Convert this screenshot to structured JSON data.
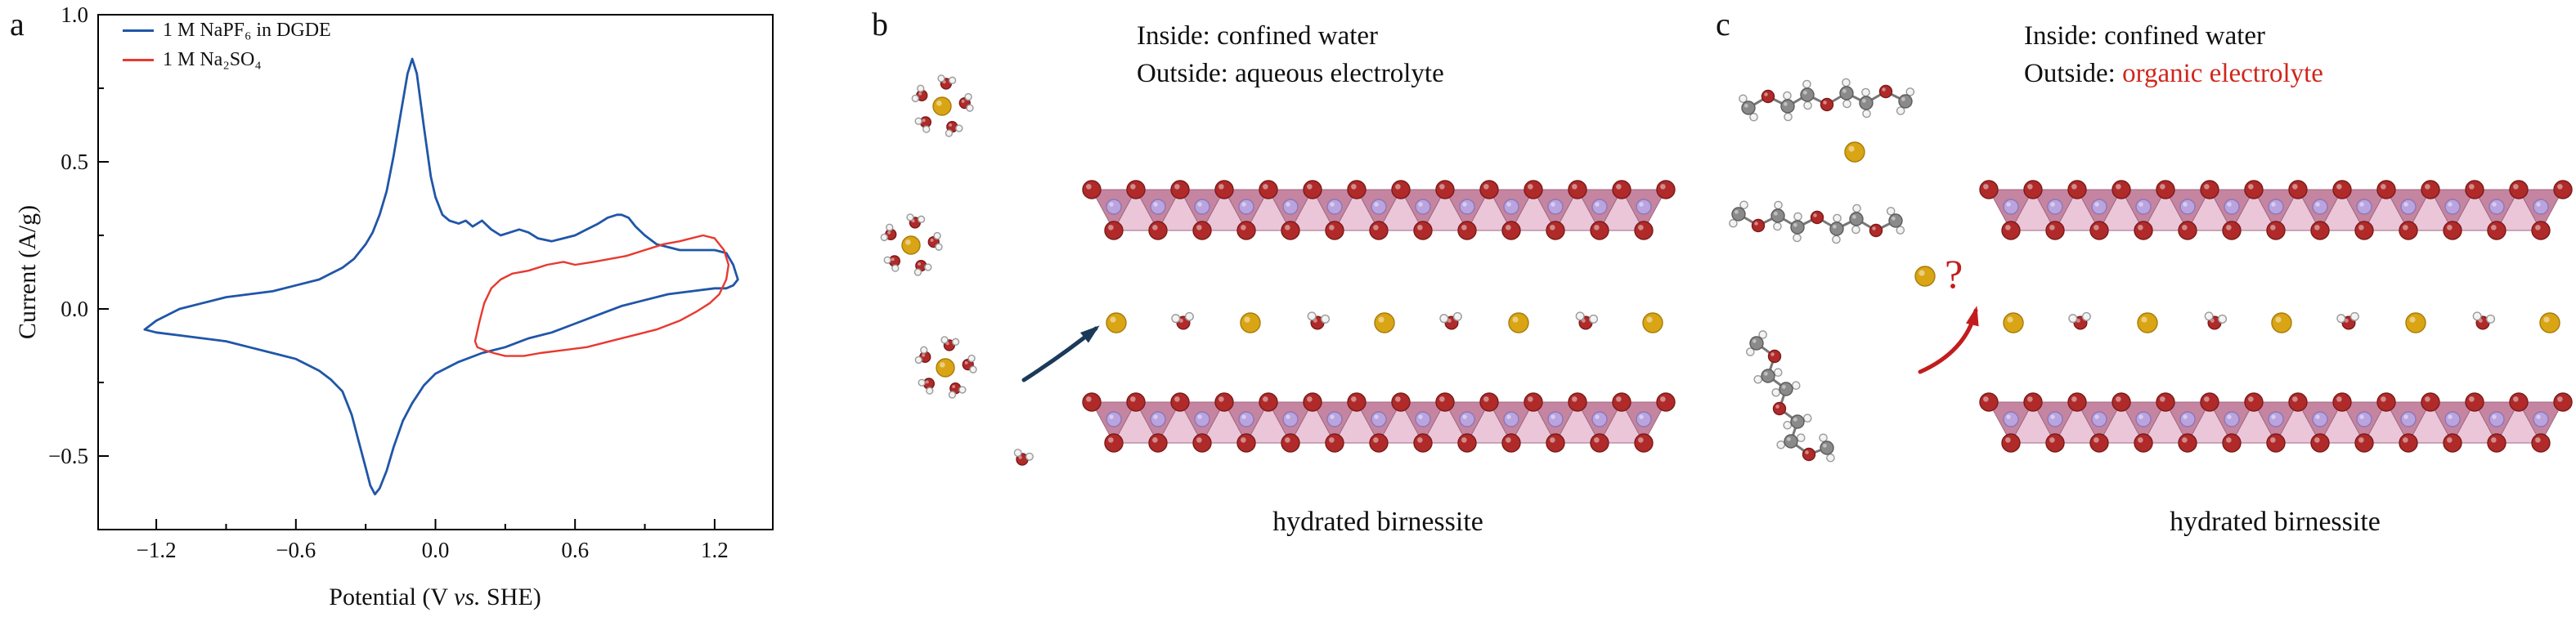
{
  "panels": {
    "a": {
      "label": "a"
    },
    "b": {
      "label": "b",
      "inside_text": "Inside: confined water",
      "outside_prefix": "Outside: ",
      "outside_text": "aqueous electrolyte",
      "outside_color": "#111111",
      "caption": "hydrated birnessite"
    },
    "c": {
      "label": "c",
      "inside_text": "Inside: confined water",
      "outside_prefix": "Outside: ",
      "outside_text": "organic electrolyte",
      "outside_color": "#d1261c",
      "question_mark": "?",
      "caption": "hydrated birnessite"
    }
  },
  "chart_data": {
    "type": "line",
    "title": "",
    "xlabel": "Potential (V vs. SHE)",
    "xlabel_parts": {
      "prefix": "Potential (V ",
      "italic": "vs.",
      "suffix": " SHE)"
    },
    "ylabel": "Current (A/g)",
    "xlim": [
      -1.45,
      1.45
    ],
    "ylim": [
      -0.75,
      1.0
    ],
    "xticks": [
      -1.2,
      -0.6,
      0.0,
      0.6,
      1.2
    ],
    "xtick_labels": [
      "−1.2",
      "−0.6",
      "0.0",
      "0.6",
      "1.2"
    ],
    "yticks": [
      -0.5,
      0.0,
      0.5,
      1.0
    ],
    "ytick_labels": [
      "−0.5",
      "0.0",
      "0.5",
      "1.0"
    ],
    "grid": false,
    "legend_position": "top-left",
    "series": [
      {
        "name": "1 M NaPF₆ in DGDE",
        "color": "#2056a8",
        "x": [
          -1.25,
          -1.2,
          -1.1,
          -1.0,
          -0.9,
          -0.8,
          -0.7,
          -0.6,
          -0.5,
          -0.45,
          -0.4,
          -0.35,
          -0.3,
          -0.27,
          -0.24,
          -0.21,
          -0.18,
          -0.15,
          -0.12,
          -0.1,
          -0.08,
          -0.05,
          -0.02,
          0,
          0.03,
          0.06,
          0.1,
          0.13,
          0.16,
          0.2,
          0.24,
          0.28,
          0.32,
          0.36,
          0.4,
          0.44,
          0.5,
          0.55,
          0.6,
          0.65,
          0.7,
          0.74,
          0.78,
          0.8,
          0.83,
          0.86,
          0.9,
          0.95,
          1.0,
          1.05,
          1.1,
          1.15,
          1.2,
          1.25,
          1.28,
          1.3,
          1.28,
          1.25,
          1.2,
          1.1,
          1.0,
          0.9,
          0.8,
          0.7,
          0.6,
          0.5,
          0.4,
          0.3,
          0.2,
          0.1,
          0,
          -0.05,
          -0.1,
          -0.14,
          -0.18,
          -0.21,
          -0.24,
          -0.26,
          -0.28,
          -0.3,
          -0.33,
          -0.36,
          -0.4,
          -0.45,
          -0.5,
          -0.6,
          -0.7,
          -0.8,
          -0.9,
          -1.0,
          -1.1,
          -1.2,
          -1.25
        ],
        "y": [
          -0.07,
          -0.04,
          0.0,
          0.02,
          0.04,
          0.05,
          0.06,
          0.08,
          0.1,
          0.12,
          0.14,
          0.17,
          0.22,
          0.26,
          0.32,
          0.4,
          0.52,
          0.66,
          0.8,
          0.85,
          0.8,
          0.62,
          0.45,
          0.38,
          0.32,
          0.3,
          0.29,
          0.3,
          0.28,
          0.3,
          0.27,
          0.25,
          0.26,
          0.27,
          0.26,
          0.24,
          0.23,
          0.24,
          0.25,
          0.27,
          0.29,
          0.31,
          0.32,
          0.32,
          0.31,
          0.28,
          0.25,
          0.22,
          0.21,
          0.2,
          0.2,
          0.2,
          0.2,
          0.19,
          0.15,
          0.1,
          0.08,
          0.07,
          0.07,
          0.06,
          0.05,
          0.03,
          0.01,
          -0.02,
          -0.05,
          -0.08,
          -0.1,
          -0.13,
          -0.15,
          -0.18,
          -0.22,
          -0.26,
          -0.32,
          -0.38,
          -0.47,
          -0.55,
          -0.61,
          -0.63,
          -0.6,
          -0.54,
          -0.45,
          -0.36,
          -0.28,
          -0.24,
          -0.21,
          -0.17,
          -0.15,
          -0.13,
          -0.11,
          -0.1,
          -0.09,
          -0.08,
          -0.07
        ]
      },
      {
        "name": "1 M Na₂SO₄",
        "color": "#e8392f",
        "x": [
          0.17,
          0.19,
          0.21,
          0.24,
          0.28,
          0.33,
          0.4,
          0.48,
          0.55,
          0.6,
          0.68,
          0.75,
          0.82,
          0.9,
          0.98,
          1.05,
          1.1,
          1.15,
          1.2,
          1.24,
          1.26,
          1.25,
          1.22,
          1.18,
          1.12,
          1.05,
          0.95,
          0.85,
          0.75,
          0.65,
          0.55,
          0.45,
          0.38,
          0.3,
          0.25,
          0.21,
          0.18,
          0.17
        ],
        "y": [
          -0.11,
          -0.04,
          0.02,
          0.07,
          0.1,
          0.12,
          0.13,
          0.15,
          0.16,
          0.15,
          0.16,
          0.17,
          0.18,
          0.2,
          0.22,
          0.23,
          0.24,
          0.25,
          0.24,
          0.2,
          0.15,
          0.1,
          0.05,
          0.02,
          -0.01,
          -0.04,
          -0.07,
          -0.09,
          -0.11,
          -0.13,
          -0.14,
          -0.15,
          -0.16,
          -0.16,
          -0.15,
          -0.14,
          -0.13,
          -0.11
        ]
      }
    ]
  },
  "illustration": {
    "colors": {
      "oxygen": "#b02a2a",
      "oxygen_edge": "#7c1a1a",
      "hydrogen": "#f2f2f2",
      "hydrogen_edge": "#9a9a9a",
      "sodium": "#d9a514",
      "sodium_edge": "#a87c0a",
      "manganese": "#b9a4e0",
      "manganese_edge": "#8d77b5",
      "carbon": "#8a8a8a",
      "carbon_edge": "#5c5c5c",
      "layer_dark": "#c5849f",
      "layer_light": "#eac6d8",
      "layer_edge": "#a06a85",
      "arrow_b": "#1b3a5a",
      "arrow_c": "#c21d1d"
    }
  }
}
